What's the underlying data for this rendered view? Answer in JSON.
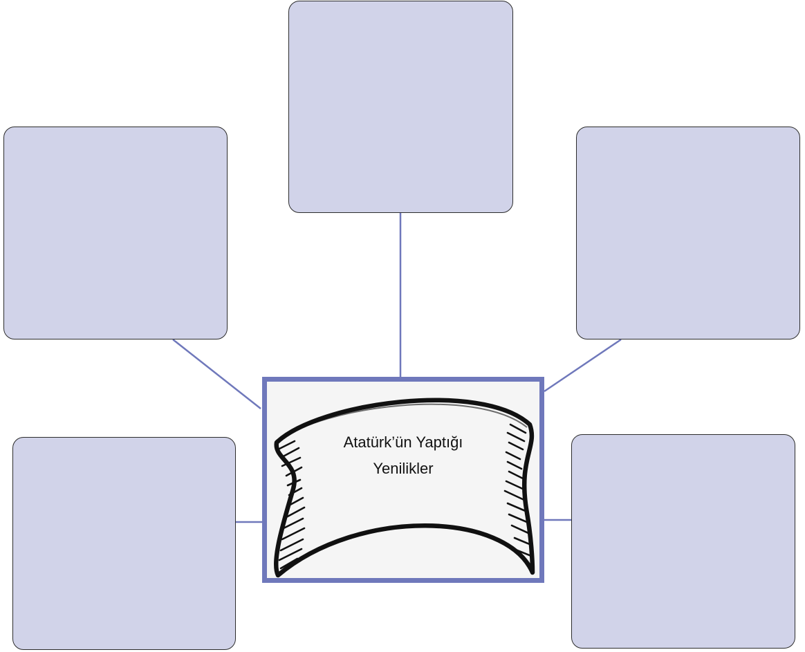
{
  "diagram": {
    "center_label": {
      "line1": "Atatürk’ün Yaptığı",
      "line2": "Yenilikler"
    },
    "boxes": [
      {
        "id": "top",
        "text": ""
      },
      {
        "id": "upper-left",
        "text": ""
      },
      {
        "id": "upper-right",
        "text": ""
      },
      {
        "id": "lower-left",
        "text": ""
      },
      {
        "id": "lower-right",
        "text": ""
      }
    ],
    "colors": {
      "box_fill": "#d1d3e9",
      "box_border": "#2b2b2b",
      "connector": "#6f78bb",
      "frame_border": "#6f78bb",
      "frame_fill": "#f5f5f5",
      "banner_outline": "#111111",
      "text": "#111111"
    },
    "icons": {
      "center_banner": "scroll-banner-icon"
    }
  }
}
